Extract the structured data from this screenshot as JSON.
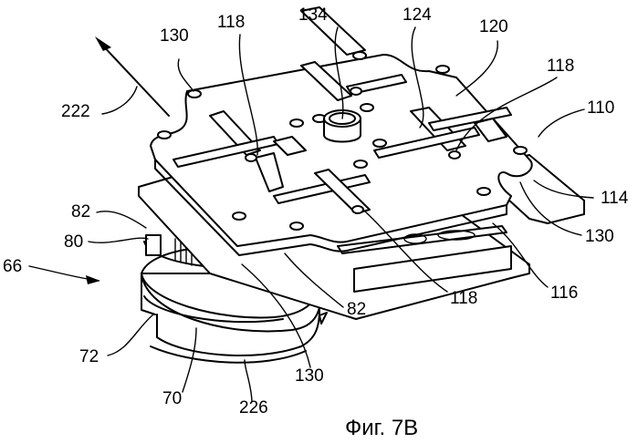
{
  "figure": {
    "caption": "Фиг. 7B",
    "description": "Isometric patent drawing of a stacked plate mechanism mounted on a rotating cylindrical base",
    "line_color": "#000000",
    "background_color": "#ffffff"
  },
  "reference_labels": {
    "l222": "222",
    "l130_top": "130",
    "l118_top": "118",
    "l134": "134",
    "l124": "124",
    "l120": "120",
    "l118_right": "118",
    "l110": "110",
    "l114": "114",
    "l130_right": "130",
    "l116": "116",
    "l118_bottom": "118",
    "l82_left": "82",
    "l80": "80",
    "l66": "66",
    "l82_bottom": "82",
    "l72": "72",
    "l70": "70",
    "l130_bottom": "130",
    "l226": "226"
  }
}
